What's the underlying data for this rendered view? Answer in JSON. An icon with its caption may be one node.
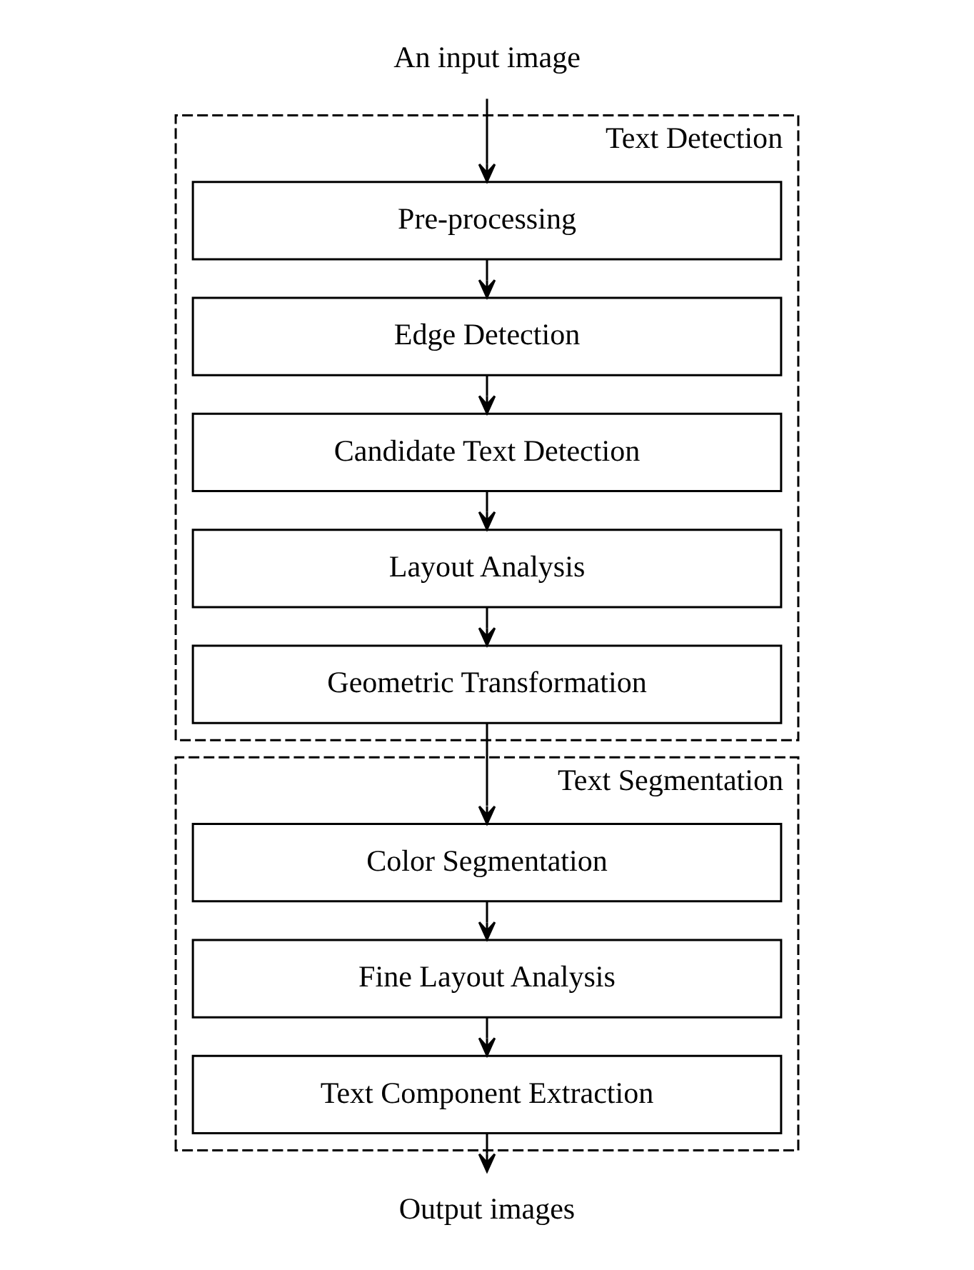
{
  "diagram": {
    "nodes": [
      {
        "text": [
          "An input image"
        ]
      },
      {
        "text": [
          "Text Detection"
        ]
      },
      {
        "text": [
          "Pre-processing"
        ],
        "in": 1
      },
      {
        "text": [
          "Edge Detection"
        ],
        "in": 1
      },
      {
        "text": [
          "Candidate Text Detection"
        ],
        "in": 1
      },
      {
        "text": [
          "Layout Analysis"
        ],
        "in": 1
      },
      {
        "text": [
          "Geometric Transformation"
        ],
        "in": 1
      },
      {
        "text": [
          "Text Segmentation"
        ]
      },
      {
        "text": [
          "Color Segmentation"
        ],
        "in": 7
      },
      {
        "text": [
          "Fine Layout Analysis"
        ],
        "in": 7
      },
      {
        "text": [
          "Text Component Extraction"
        ],
        "in": 7
      },
      {
        "text": [
          "Output images"
        ]
      }
    ],
    "edges": [
      {
        "from": 0,
        "to": 2,
        "arrow": "to"
      },
      {
        "from": 2,
        "to": 3,
        "arrow": "to"
      },
      {
        "from": 3,
        "to": 4,
        "arrow": "to"
      },
      {
        "from": 4,
        "to": 5,
        "arrow": "to"
      },
      {
        "from": 5,
        "to": 6,
        "arrow": "to"
      },
      {
        "from": 6,
        "to": 8,
        "arrow": "to"
      },
      {
        "from": 8,
        "to": 9,
        "arrow": "to"
      },
      {
        "from": 9,
        "to": 10,
        "arrow": "to"
      },
      {
        "from": 10,
        "to": 11,
        "arrow": "to"
      }
    ]
  }
}
